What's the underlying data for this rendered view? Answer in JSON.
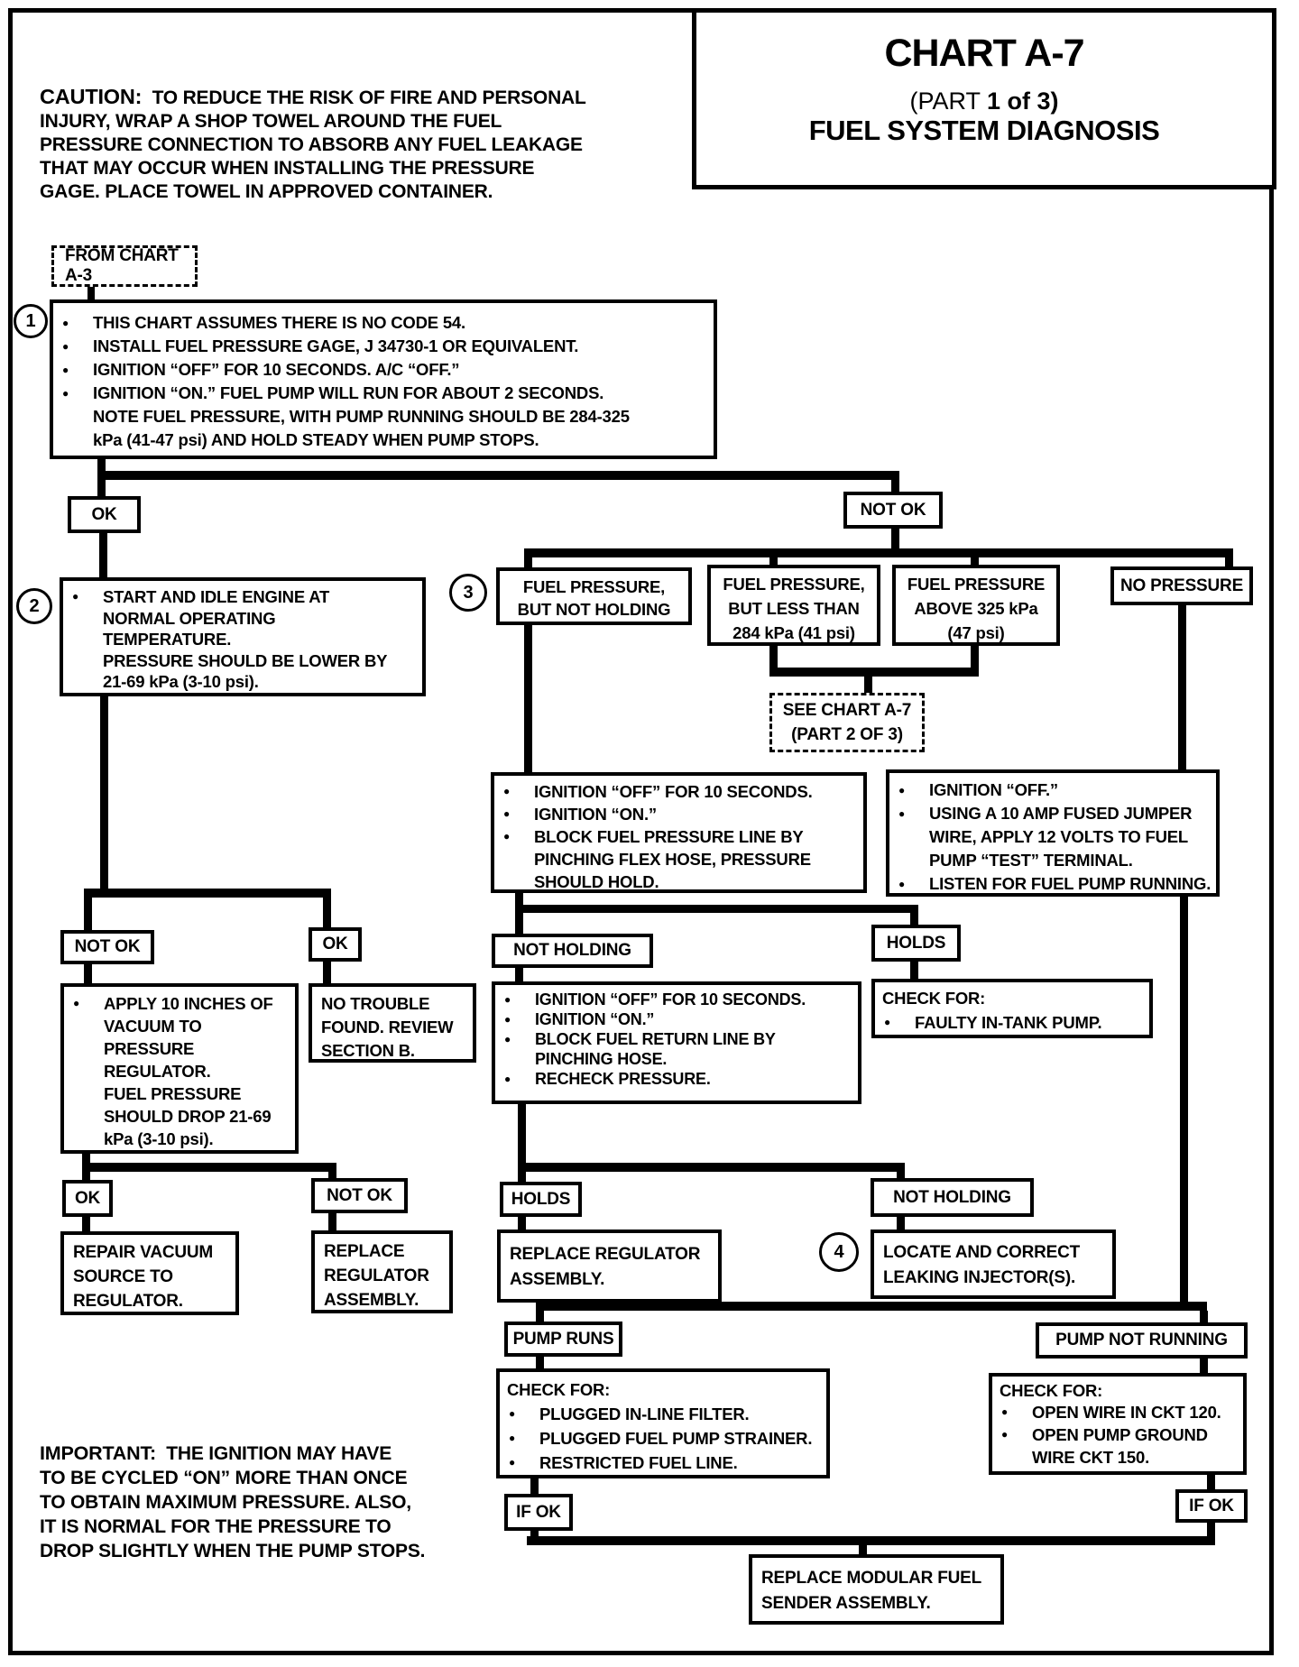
{
  "title_block": {
    "chart": "CHART A-7",
    "part_prefix": "(PART ",
    "part_bold": "1 of 3)",
    "subtitle": "FUEL SYSTEM DIAGNOSIS"
  },
  "caution": {
    "head": "CAUTION:",
    "lines": [
      "TO REDUCE THE RISK OF FIRE AND PERSONAL",
      "INJURY, WRAP A SHOP TOWEL AROUND THE FUEL",
      "PRESSURE CONNECTION TO ABSORB ANY FUEL LEAKAGE",
      "THAT MAY OCCUR WHEN INSTALLING THE PRESSURE",
      "GAGE.  PLACE TOWEL IN APPROVED CONTAINER."
    ]
  },
  "important": {
    "head": "IMPORTANT:",
    "lines": [
      "THE IGNITION MAY HAVE",
      "TO BE CYCLED “ON” MORE THAN ONCE",
      "TO OBTAIN MAXIMUM PRESSURE.  ALSO,",
      "IT IS NORMAL FOR THE PRESSURE TO",
      "DROP SLIGHTLY WHEN THE PUMP STOPS."
    ]
  },
  "steps": {
    "s1": "1",
    "s2": "2",
    "s3": "3",
    "s4": "4"
  },
  "labels": {
    "ok1": "OK",
    "notok1": "NOT OK",
    "notok2": "NOT OK",
    "ok2": "OK",
    "not_holding1": "NOT HOLDING",
    "holds1": "HOLDS",
    "ok3": "OK",
    "notok3": "NOT OK",
    "holds2": "HOLDS",
    "not_holding2": "NOT HOLDING",
    "pump_runs": "PUMP RUNS",
    "pump_not_running": "PUMP NOT RUNNING",
    "if_ok_left": "IF OK",
    "if_ok_right": "IF OK"
  },
  "nodes": {
    "from_chart": "FROM CHART A-3",
    "step1": {
      "bullets": [
        [
          "THIS CHART ASSUMES THERE IS NO CODE 54."
        ],
        [
          "INSTALL FUEL PRESSURE GAGE,  J 34730-1 OR  EQUIVALENT."
        ],
        [
          "IGNITION “OFF” FOR 10 SECONDS.  A/C “OFF.”"
        ],
        [
          "IGNITION “ON.”  FUEL PUMP WILL RUN FOR ABOUT 2 SECONDS.",
          "NOTE FUEL PRESSURE, WITH PUMP RUNNING SHOULD BE 284-325",
          "kPa  (41-47 psi) AND HOLD STEADY WHEN PUMP STOPS."
        ]
      ]
    },
    "step2": {
      "bullets": [
        [
          "START AND IDLE ENGINE AT",
          "NORMAL OPERATING",
          "TEMPERATURE.",
          "PRESSURE SHOULD BE LOWER BY",
          "21-69 kPa  (3-10 psi)."
        ]
      ]
    },
    "p3a": {
      "lines": [
        "FUEL PRESSURE,",
        "BUT NOT HOLDING"
      ]
    },
    "p3b": {
      "lines": [
        "FUEL PRESSURE,",
        "BUT LESS THAN",
        "284 kPa (41 psi)"
      ]
    },
    "p3c": {
      "lines": [
        "FUEL PRESSURE",
        "ABOVE 325 kPa",
        "(47 psi)"
      ]
    },
    "p3d": "NO PRESSURE",
    "see_chart": {
      "lines": [
        "SEE CHART A-7",
        "(PART 2 OF 3)"
      ]
    },
    "instr_block_left": {
      "bullets": [
        [
          "IGNITION “OFF” FOR 10 SECONDS."
        ],
        [
          "IGNITION “ON.”"
        ],
        [
          "BLOCK FUEL PRESSURE LINE BY",
          "PINCHING FLEX HOSE,  PRESSURE",
          "SHOULD HOLD."
        ]
      ]
    },
    "instr_block_right": {
      "bullets": [
        [
          "IGNITION “OFF.”"
        ],
        [
          "USING A 10 AMP FUSED JUMPER",
          "WIRE, APPLY 12 VOLTS TO FUEL",
          "PUMP “TEST” TERMINAL."
        ],
        [
          "LISTEN FOR FUEL PUMP RUNNING."
        ]
      ]
    },
    "instr_block2": {
      "bullets": [
        [
          "IGNITION “OFF” FOR 10 SECONDS."
        ],
        [
          "IGNITION “ON.”"
        ],
        [
          "BLOCK  FUEL RETURN LINE BY",
          "PINCHING HOSE."
        ],
        [
          "RECHECK PRESSURE."
        ]
      ]
    },
    "apply_vacuum": {
      "bullets": [
        [
          "APPLY 10 INCHES OF",
          "VACUUM TO",
          "PRESSURE",
          "REGULATOR.",
          "FUEL PRESSURE",
          "SHOULD DROP 21-69",
          "kPa (3-10 psi)."
        ]
      ]
    },
    "no_trouble": {
      "lines": [
        "NO TROUBLE",
        "FOUND. REVIEW",
        "SECTION B."
      ]
    },
    "check_tank": {
      "head": "CHECK FOR:",
      "bullets": [
        [
          "FAULTY IN-TANK PUMP."
        ]
      ]
    },
    "repair_vacuum": {
      "lines": [
        "REPAIR VACUUM",
        "SOURCE TO",
        "REGULATOR."
      ]
    },
    "replace_reg1": {
      "lines": [
        "REPLACE",
        "REGULATOR",
        "ASSEMBLY."
      ]
    },
    "replace_reg2": {
      "lines": [
        "REPLACE REGULATOR",
        "ASSEMBLY."
      ]
    },
    "locate_injector": {
      "lines": [
        "LOCATE AND CORRECT",
        "LEAKING INJECTOR(S)."
      ]
    },
    "check_pump": {
      "head": "CHECK FOR:",
      "bullets": [
        [
          "PLUGGED IN-LINE FILTER."
        ],
        [
          "PLUGGED FUEL PUMP STRAINER."
        ],
        [
          "RESTRICTED FUEL LINE."
        ]
      ]
    },
    "check_wire": {
      "head": "CHECK FOR:",
      "bullets": [
        [
          "OPEN WIRE IN CKT 120."
        ],
        [
          "OPEN PUMP GROUND",
          "WIRE CKT 150."
        ]
      ]
    },
    "replace_sender": {
      "lines": [
        "REPLACE MODULAR FUEL",
        "SENDER ASSEMBLY."
      ]
    }
  },
  "colors": {
    "ink": "#000000",
    "paper": "#ffffff"
  }
}
